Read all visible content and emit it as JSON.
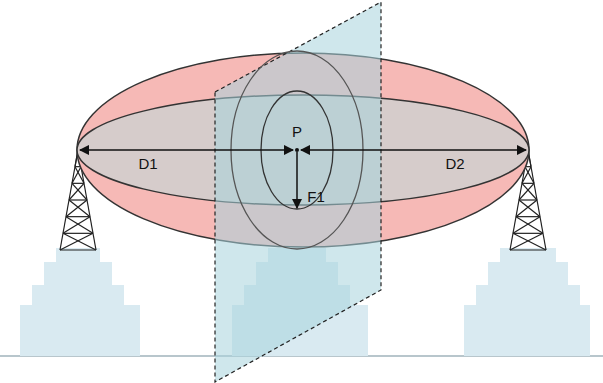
{
  "diagram": {
    "labels": [
      "D1",
      "P",
      "F1",
      "D2"
    ]
  }
}
